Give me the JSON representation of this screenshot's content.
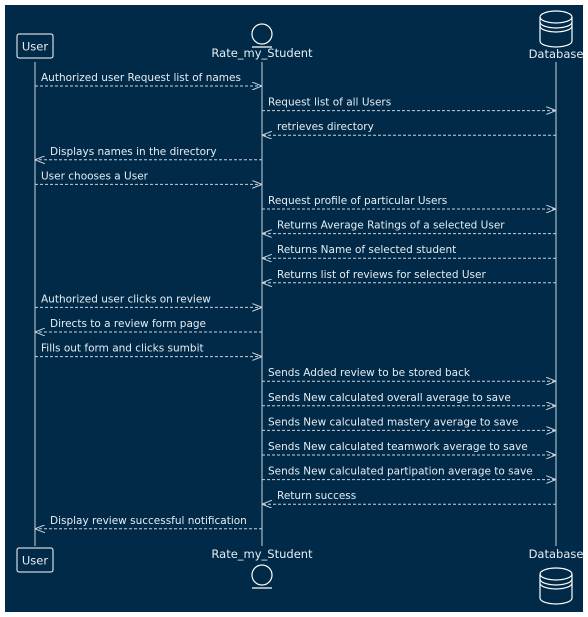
{
  "participants": [
    {
      "id": "user",
      "label": "User",
      "shape": "box"
    },
    {
      "id": "rate",
      "label": "Rate_my_Student",
      "shape": "entity"
    },
    {
      "id": "db",
      "label": "Database",
      "shape": "database"
    }
  ],
  "messages": [
    {
      "from": "user",
      "to": "rate",
      "label": "Authorized user Request list of names"
    },
    {
      "from": "rate",
      "to": "db",
      "label": "Request list of all Users"
    },
    {
      "from": "db",
      "to": "rate",
      "label": "retrieves directory"
    },
    {
      "from": "rate",
      "to": "user",
      "label": "Displays names in the directory"
    },
    {
      "from": "user",
      "to": "rate",
      "label": "User chooses a User"
    },
    {
      "from": "rate",
      "to": "db",
      "label": "Request profile of particular Users"
    },
    {
      "from": "db",
      "to": "rate",
      "label": "Returns Average Ratings of a selected User"
    },
    {
      "from": "db",
      "to": "rate",
      "label": "Returns Name of selected student"
    },
    {
      "from": "db",
      "to": "rate",
      "label": "Returns list of reviews for selected User"
    },
    {
      "from": "user",
      "to": "rate",
      "label": "Authorized user clicks on review"
    },
    {
      "from": "rate",
      "to": "user",
      "label": "Directs to a review form page"
    },
    {
      "from": "user",
      "to": "rate",
      "label": "Fills out form and clicks sumbit"
    },
    {
      "from": "rate",
      "to": "db",
      "label": "Sends Added review to be stored back"
    },
    {
      "from": "rate",
      "to": "db",
      "label": "Sends New calculated overall average to save"
    },
    {
      "from": "rate",
      "to": "db",
      "label": "Sends New calculated mastery average to save"
    },
    {
      "from": "rate",
      "to": "db",
      "label": "Sends New calculated teamwork average to save"
    },
    {
      "from": "rate",
      "to": "db",
      "label": "Sends New calculated partipation average to save"
    },
    {
      "from": "db",
      "to": "rate",
      "label": "Return success"
    },
    {
      "from": "rate",
      "to": "user",
      "label": "Display review successful notification"
    }
  ],
  "colors": {
    "background": "#002a47",
    "line": "#c8d2dc",
    "text": "#e6edf3",
    "frame": "#ffffff"
  }
}
